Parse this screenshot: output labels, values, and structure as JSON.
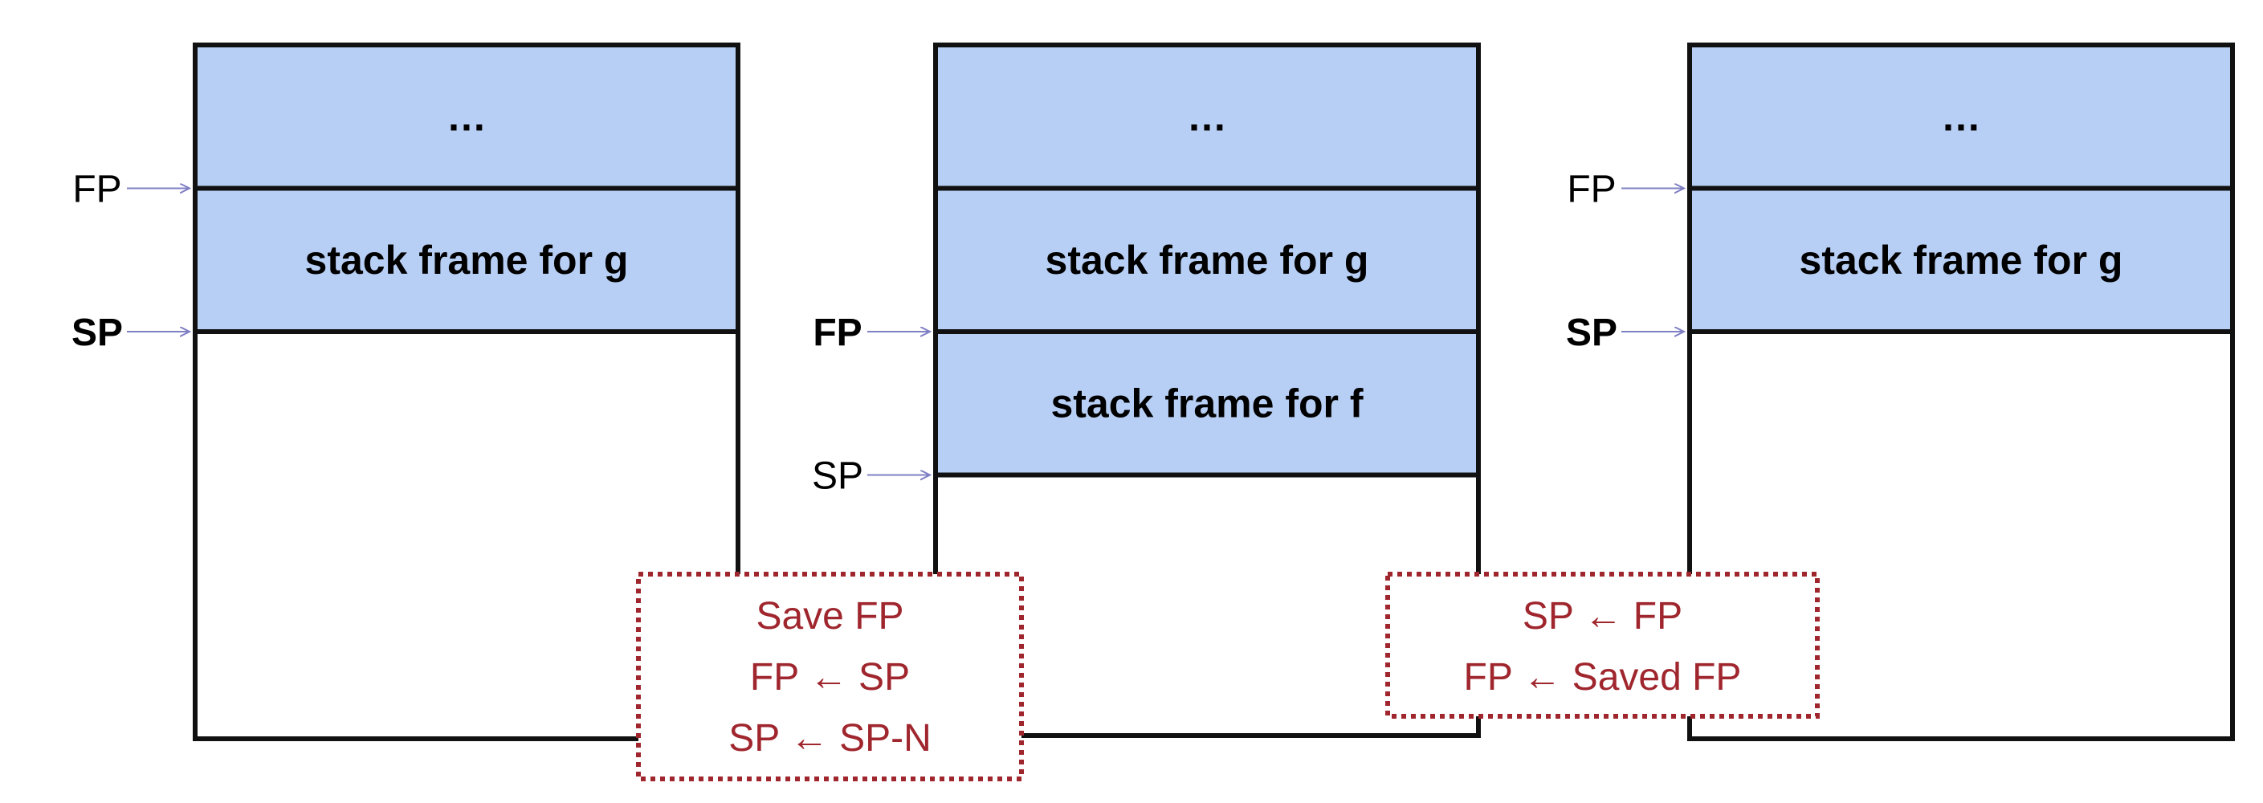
{
  "stacks": [
    {
      "cells": [
        {
          "label": "…",
          "filled": true
        },
        {
          "label": "stack frame for g",
          "filled": true
        }
      ],
      "pointers": [
        {
          "label": "FP",
          "bold": false,
          "at": 1
        },
        {
          "label": "SP",
          "bold": true,
          "at": 2
        }
      ]
    },
    {
      "cells": [
        {
          "label": "…",
          "filled": true
        },
        {
          "label": "stack frame for g",
          "filled": true
        },
        {
          "label": "stack frame for f",
          "filled": true
        }
      ],
      "pointers": [
        {
          "label": "FP",
          "bold": true,
          "at": 2
        },
        {
          "label": "SP",
          "bold": false,
          "at": 3
        }
      ]
    },
    {
      "cells": [
        {
          "label": "…",
          "filled": true
        },
        {
          "label": "stack frame for g",
          "filled": true
        }
      ],
      "pointers": [
        {
          "label": "FP",
          "bold": false,
          "at": 1
        },
        {
          "label": "SP",
          "bold": true,
          "at": 2
        }
      ]
    }
  ],
  "prologue": {
    "lines": [
      "Save FP",
      "FP ← SP",
      "SP ← SP-N"
    ]
  },
  "epilogue": {
    "lines": [
      "SP ← FP",
      "FP ← Saved FP"
    ]
  },
  "colors": {
    "cell_fill": "#B8CFF5",
    "outline": "#111111",
    "arrow": "#7F7FC4",
    "note": "#A0262E"
  }
}
